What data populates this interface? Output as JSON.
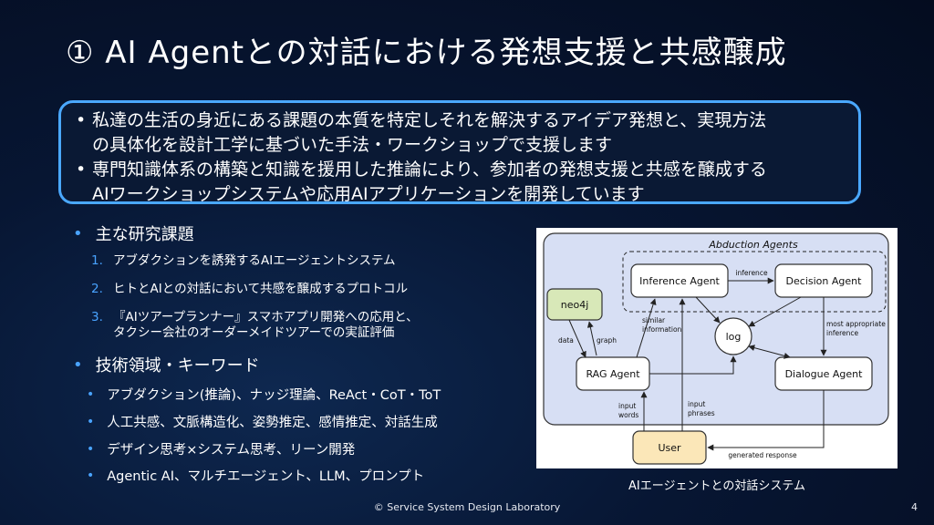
{
  "title": "① AI Agentとの対話における発想支援と共感醸成",
  "summary": {
    "bullet": "•",
    "line1": "私達の生活の身近にある課題の本質を特定しそれを解決するアイデア発想と、実現方法",
    "line1_cont": "の具体化を設計工学に基づいた手法・ワークショップで支援します",
    "line2": "専門知識体系の構築と知識を援用した推論により、参加者の発想支援と共感を醸成する",
    "line2_cont": "AIワークショップシステムや応用AIアプリケーションを開発しています"
  },
  "research": {
    "heading": "主な研究課題",
    "items": [
      {
        "num": "1.",
        "text": "アブダクションを誘発するAIエージェントシステム"
      },
      {
        "num": "2.",
        "text": "ヒトとAIとの対話において共感を醸成するプロトコル"
      },
      {
        "num": "3.",
        "text": "『AIツアープランナー』スマホアプリ開発への応用と、",
        "text2": "タクシー会社のオーダーメイドツアーでの実証評価"
      }
    ]
  },
  "keywords": {
    "heading": "技術領域・キーワード",
    "items": [
      "アブダクション(推論)、ナッジ理論、ReAct・CoT・ToT",
      "人工共感、文脈構造化、姿勢推定、感情推定、対話生成",
      "デザイン思考×システム思考、リーン開発",
      "Agentic AI、マルチエージェント、LLM、プロンプト"
    ]
  },
  "diagram": {
    "group_label": "Abduction Agents",
    "nodes": {
      "inference": "Inference Agent",
      "decision": "Decision Agent",
      "neo4j": "neo4j",
      "log": "log",
      "rag": "RAG Agent",
      "dialogue": "Dialogue Agent",
      "user": "User"
    },
    "edges": {
      "inference": "inference",
      "similar1": "similar",
      "similar2": "information",
      "most1": "most appropriate",
      "most2": "inference",
      "data": "data",
      "graph": "graph",
      "input_words1": "input",
      "input_words2": "words",
      "input_phrases1": "input",
      "input_phrases2": "phrases",
      "generated": "generated response"
    },
    "colors": {
      "panel": "#d7dff4",
      "neo4j": "#d8e8b8",
      "user": "#fbe7b8"
    }
  },
  "caption": "AIエージェントとの対話システム",
  "footer": "© Service System Design Laboratory",
  "page": "4"
}
